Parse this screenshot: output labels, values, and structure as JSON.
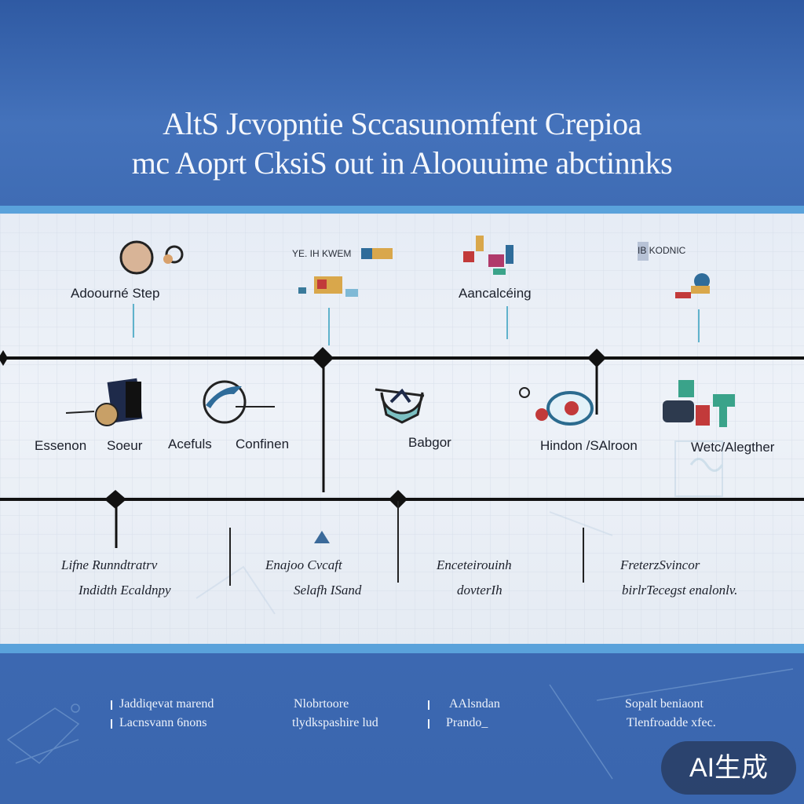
{
  "header": {
    "title_line1": "AltS Jcvopntie Sccasunomfent Crepioa",
    "title_line2": "mc Aoprt CksiS out in Aloouuime abctinnks"
  },
  "top_row": {
    "labels": [
      "Adoourné Step",
      "Aancalcéing"
    ],
    "small_labels": [
      "YE. IH KWEM",
      "IB KODNIC"
    ]
  },
  "mid_row": {
    "labels": [
      "Essenon",
      "Soeur",
      "Acefuls",
      "Confinen",
      "Babgor",
      "Hindon /SAlroon",
      "Wetc/Alegther"
    ]
  },
  "bottom_row": {
    "line1": [
      "Lifne Runndtratrv",
      "Enajoo Cvcaft",
      "Enceteirouinh",
      "FreterzSvincor"
    ],
    "line2": [
      "Indidth Ecaldnpy",
      "Selafh ISand",
      "dovterIh",
      "birlrTecegst enalonlv."
    ]
  },
  "footer": {
    "col1_line1": "Jaddiqevat marend",
    "col1_line2": "Lacnsvann 6nons",
    "col2_line1": "Nlobrtoore",
    "col2_line2": "tlydkspashire lud",
    "col3_line1": "AAlsndan",
    "col3_line2": "Prando_",
    "col4_line1": "Sopalt beniaont",
    "col4_line2": "Tlenfroadde xfec."
  },
  "badge": "AI生成",
  "colors": {
    "header": "#3d68b0",
    "accent_band": "#5aa2db",
    "canvas": "#e8eef6",
    "line": "#111111"
  }
}
